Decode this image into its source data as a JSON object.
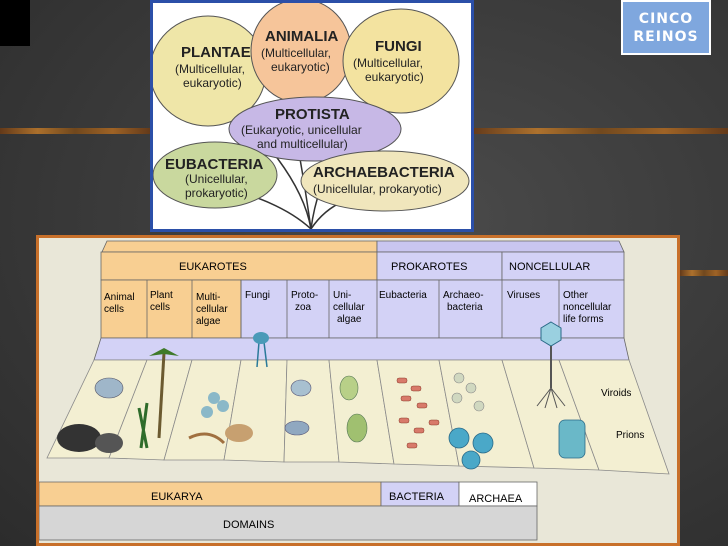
{
  "badge": {
    "line1": "CINCO",
    "line2": "REINOS"
  },
  "kingdoms": {
    "plantae": {
      "name": "PLANTAE",
      "desc1": "(Multicellular,",
      "desc2": "eukaryotic)"
    },
    "animalia": {
      "name": "ANIMALIA",
      "desc1": "(Multicellular,",
      "desc2": "eukaryotic)"
    },
    "fungi": {
      "name": "FUNGI",
      "desc1": "(Multicellular,",
      "desc2": "eukaryotic)"
    },
    "protista": {
      "name": "PROTISTA",
      "desc1": "(Eukaryotic, unicellular",
      "desc2": "and multicellular)"
    },
    "eubacteria": {
      "name": "EUBACTERIA",
      "desc1": "(Unicellular,",
      "desc2": "prokaryotic)"
    },
    "archaebacteria": {
      "name": "ARCHAEBACTERIA",
      "desc1": "(Unicellular, prokaryotic)"
    }
  },
  "tree": {
    "headers": {
      "eukarotes": "EUKAROTES",
      "prokarotes": "PROKAROTES",
      "noncellular": "NONCELLULAR"
    },
    "columns": {
      "animal": [
        "Animal",
        "cells"
      ],
      "plant": [
        "Plant",
        "cells"
      ],
      "multi": [
        "Multi-",
        "cellular",
        "algae"
      ],
      "fungi": [
        "Fungi"
      ],
      "protozoa": [
        "Proto-",
        "zoa"
      ],
      "unicellular": [
        "Uni-",
        "cellular",
        "algae"
      ],
      "eubacteria": [
        "Eubacteria"
      ],
      "archaeobacteria": [
        "Archaeo-",
        "bacteria"
      ],
      "viruses": [
        "Viruses"
      ],
      "other": [
        "Other",
        "noncellular",
        "life forms"
      ]
    },
    "side_labels": {
      "viroids": "Viroids",
      "prions": "Prions"
    },
    "domains": {
      "eukarya": "EUKARYA",
      "bacteria": "BACTERIA",
      "archaea": "ARCHAEA",
      "label": "DOMAINS"
    }
  },
  "colors": {
    "plantae": "#efe6a8",
    "animalia": "#f6c59a",
    "fungi": "#f3e3a0",
    "protista": "#c7b8e6",
    "eubacteria": "#c9d89e",
    "archaebacteria": "#f0e6bc",
    "eukarote_band": "#f8cf92",
    "prokarote_band": "#c9c6f0",
    "column_lilac": "#d3d2f6"
  }
}
